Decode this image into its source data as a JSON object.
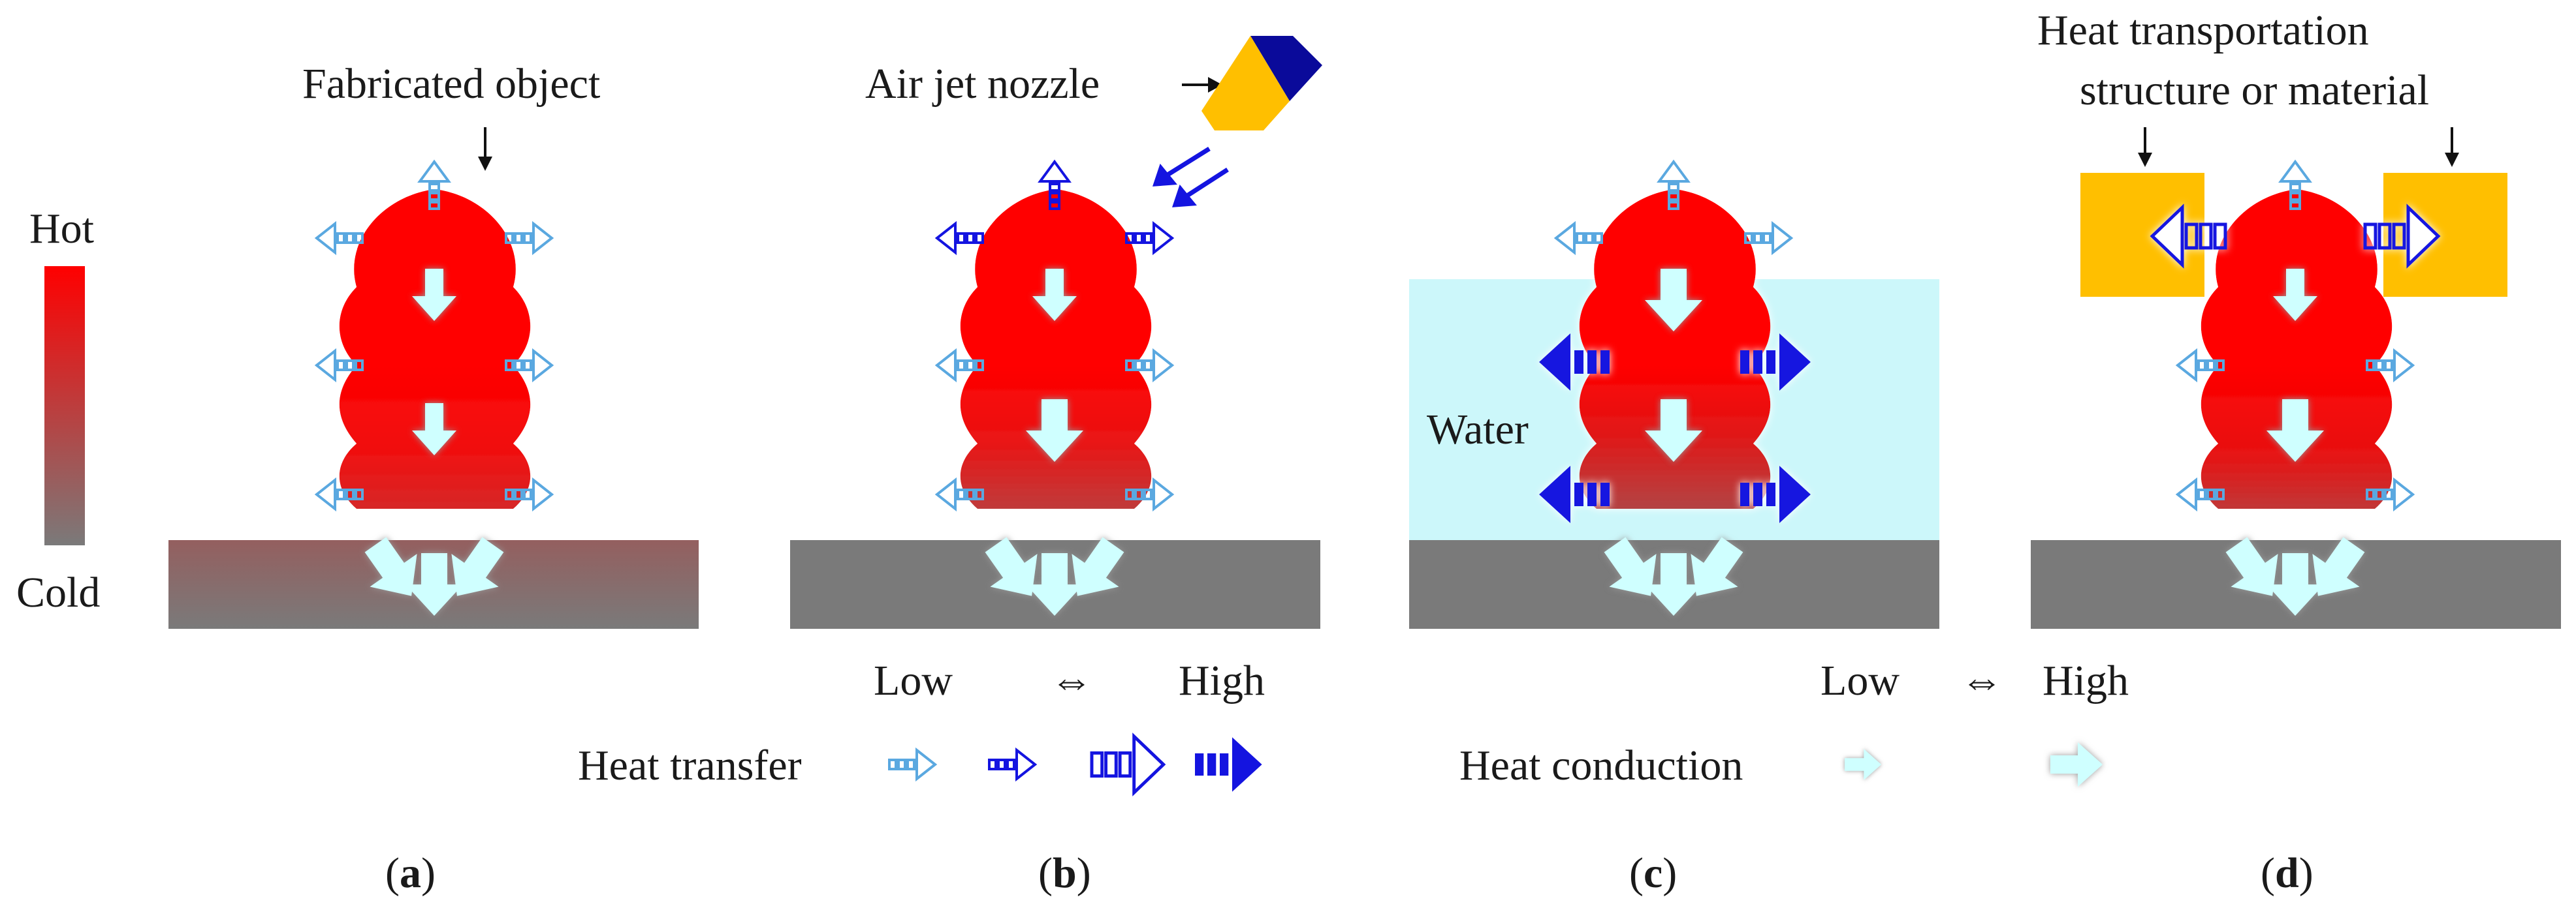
{
  "legend": {
    "hot_label": "Hot",
    "cold_label": "Cold",
    "hot_color": "#ff0000",
    "cold_color": "#7a7a7a"
  },
  "panels": [
    {
      "id": "a",
      "caption_letter": "a",
      "annotation": "Fabricated object"
    },
    {
      "id": "b",
      "caption_letter": "b",
      "annotation": "Air jet nozzle"
    },
    {
      "id": "c",
      "caption_letter": "c",
      "annotation": "Water"
    },
    {
      "id": "d",
      "caption_letter": "d",
      "annotation_line1": "Heat transportation",
      "annotation_line2": "structure or material"
    }
  ],
  "scales": {
    "transfer": {
      "low": "Low",
      "symbol": "⇔",
      "high": "High",
      "label": "Heat transfer"
    },
    "conduction": {
      "low": "Low",
      "symbol": "⇔",
      "high": "High",
      "label": "Heat conduction"
    }
  },
  "colors": {
    "light_blue_arrow": "#5aa8e0",
    "dark_blue_arrow": "#1414e0",
    "conduction_arrow": "#cfffff",
    "water": "#ccf7fa",
    "base_gray": "#7a7a7a",
    "nozzle_tip": "#ffbf00",
    "nozzle_body": "#0a0a9a",
    "heat_transport_block": "#ffbf00"
  },
  "icons": [
    "down-arrow-icon",
    "right-arrow-icon",
    "nozzle-icon",
    "double-arrow-icon"
  ]
}
